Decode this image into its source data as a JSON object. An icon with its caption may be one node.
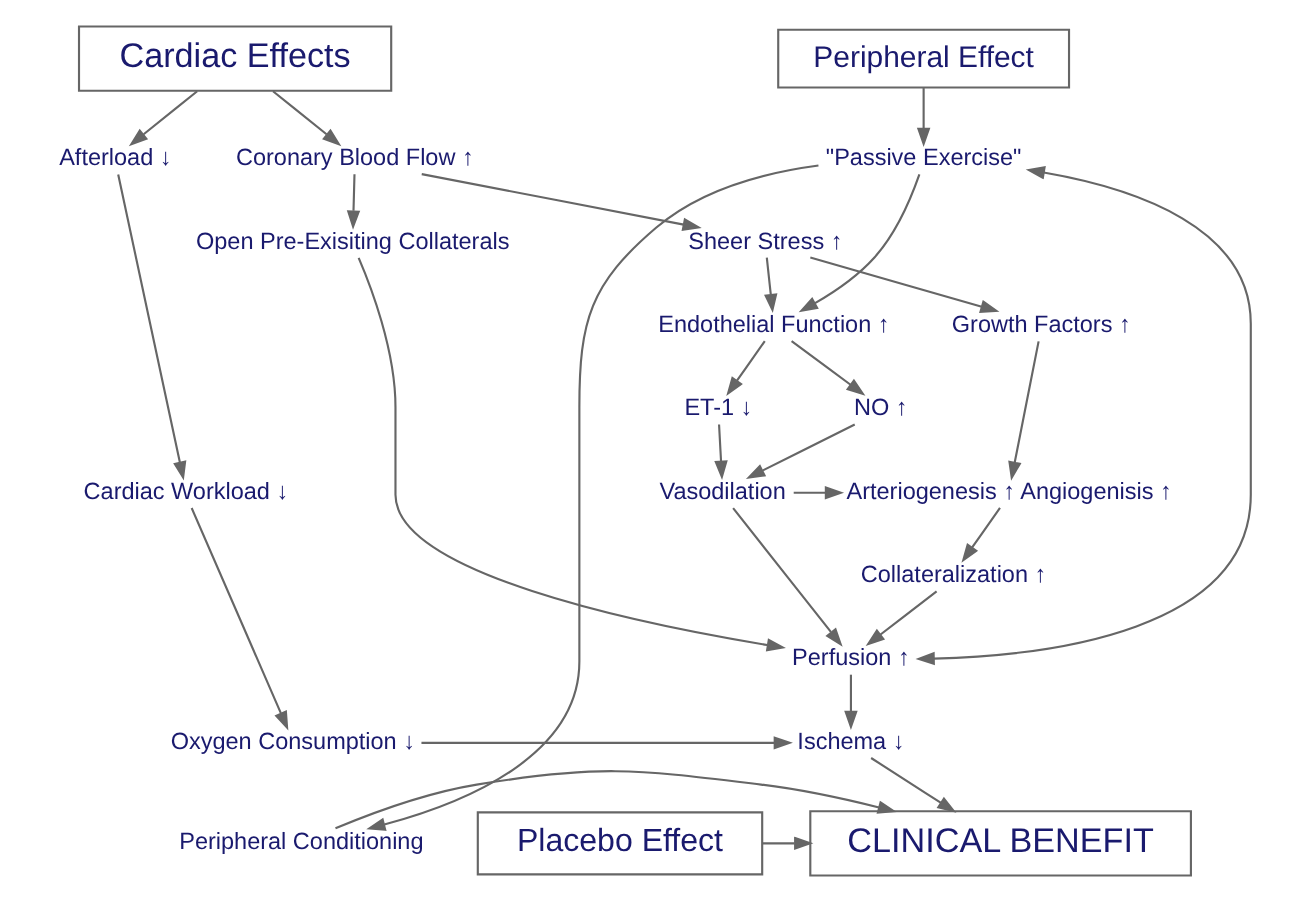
{
  "diagram": {
    "nodes": [
      {
        "text": [
          "Cardiac Effects"
        ]
      },
      {
        "text": [
          "Peripheral Effect"
        ]
      },
      {
        "text": [
          "Afterload ↓"
        ]
      },
      {
        "text": [
          "Coronary Blood Flow ↑"
        ]
      },
      {
        "text": [
          "\"Passive Exercise\""
        ]
      },
      {
        "text": [
          "Open Pre-Exisiting Collaterals"
        ]
      },
      {
        "text": [
          "Sheer Stress ↑"
        ]
      },
      {
        "text": [
          "Growth Factors ↑"
        ]
      },
      {
        "text": [
          "Endothelial Function ↑"
        ]
      },
      {
        "text": [
          "NO ↑"
        ]
      },
      {
        "text": [
          "ET-1 ↓"
        ]
      },
      {
        "text": [
          "Cardiac Workload ↓"
        ]
      },
      {
        "text": [
          "Arteriogenesis ↑ Angiogenisis ↑"
        ]
      },
      {
        "text": [
          "Vasodilation"
        ]
      },
      {
        "text": [
          "Collateralization ↑"
        ]
      },
      {
        "text": [
          "Perfusion ↑"
        ]
      },
      {
        "text": [
          "Oxygen Consumption ↓"
        ]
      },
      {
        "text": [
          "Ischema ↓"
        ]
      },
      {
        "text": [
          "Placebo Effect"
        ]
      },
      {
        "text": [
          "CLINICAL BENEFIT"
        ]
      },
      {
        "text": [
          "Peripheral Conditioning"
        ]
      }
    ],
    "edges": [
      {
        "from": 0,
        "to": 2,
        "arrow": "to"
      },
      {
        "from": 0,
        "to": 3,
        "arrow": "to"
      },
      {
        "from": 3,
        "to": 5,
        "arrow": "to"
      },
      {
        "from": 3,
        "to": 6,
        "arrow": "to"
      },
      {
        "from": 1,
        "to": 4,
        "arrow": "to"
      },
      {
        "from": 6,
        "to": 7,
        "arrow": "to"
      },
      {
        "from": 6,
        "to": 8,
        "arrow": "to"
      },
      {
        "from": 4,
        "to": 8,
        "arrow": "to"
      },
      {
        "from": 8,
        "to": 9,
        "arrow": "to"
      },
      {
        "from": 8,
        "to": 10,
        "arrow": "to"
      },
      {
        "from": 2,
        "to": 11,
        "arrow": "to"
      },
      {
        "from": 9,
        "to": 13,
        "arrow": "to"
      },
      {
        "from": 10,
        "to": 13,
        "arrow": "to"
      },
      {
        "from": 7,
        "to": 12,
        "arrow": "to"
      },
      {
        "from": 13,
        "to": 12,
        "arrow": "to"
      },
      {
        "from": 12,
        "to": 14,
        "arrow": "to"
      },
      {
        "from": 14,
        "to": 15,
        "arrow": "to"
      },
      {
        "from": 5,
        "to": 15,
        "arrow": "to"
      },
      {
        "from": 13,
        "to": 15,
        "arrow": "to"
      },
      {
        "from": 4,
        "to": 15,
        "arrow": "both"
      },
      {
        "from": 11,
        "to": 16,
        "arrow": "to"
      },
      {
        "from": 15,
        "to": 17,
        "arrow": "to"
      },
      {
        "from": 16,
        "to": 17,
        "arrow": "to"
      },
      {
        "from": 4,
        "to": 20,
        "arrow": "to"
      },
      {
        "from": 17,
        "to": 19,
        "arrow": "to"
      },
      {
        "from": 18,
        "to": 19,
        "arrow": "to"
      },
      {
        "from": 20,
        "to": 19,
        "arrow": "to"
      }
    ]
  }
}
